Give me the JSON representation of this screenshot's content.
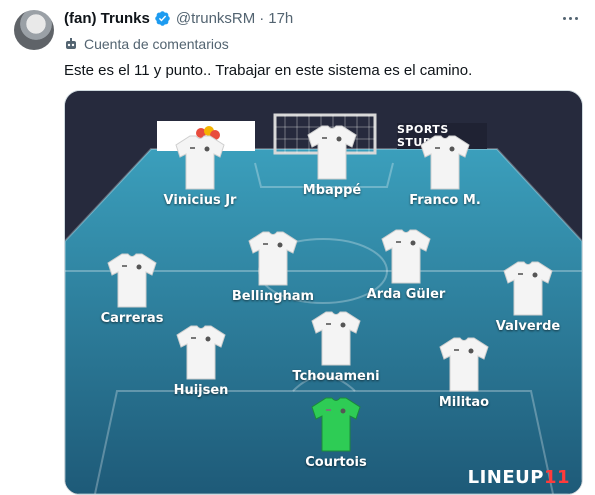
{
  "tweet": {
    "display_name": "(fan) Trunks",
    "handle": "@trunksRM",
    "separator": "·",
    "time": "17h",
    "subaccount_label": "Cuenta de comentarios",
    "text": "Este es el 11 y punto.. Trabajar en este sistema es el camino."
  },
  "media": {
    "studio_logo_text": "SPORTS STUDIO",
    "lineup_logo_main": "LINEUP",
    "lineup_logo_accent": "11",
    "players": [
      {
        "name": "Vinicius Jr",
        "kit": "outfield"
      },
      {
        "name": "Mbappé",
        "kit": "outfield"
      },
      {
        "name": "Franco M.",
        "kit": "outfield"
      },
      {
        "name": "Bellingham",
        "kit": "outfield"
      },
      {
        "name": "Arda Güler",
        "kit": "outfield"
      },
      {
        "name": "Carreras",
        "kit": "outfield"
      },
      {
        "name": "Valverde",
        "kit": "outfield"
      },
      {
        "name": "Tchouameni",
        "kit": "outfield"
      },
      {
        "name": "Huijsen",
        "kit": "outfield"
      },
      {
        "name": "Militao",
        "kit": "outfield"
      },
      {
        "name": "Courtois",
        "kit": "goalkeeper"
      }
    ]
  },
  "colors": {
    "verified": "#1d9bf0",
    "pitch_top": "#3a9ab8",
    "pitch_bottom": "#1e5a78",
    "keeper_kit": "#2ecc55",
    "outfield_kit": "#f4f4f4"
  },
  "icons": {
    "verified": "verified-badge-icon",
    "subaccount": "automated-account-icon",
    "more": "more-icon"
  }
}
